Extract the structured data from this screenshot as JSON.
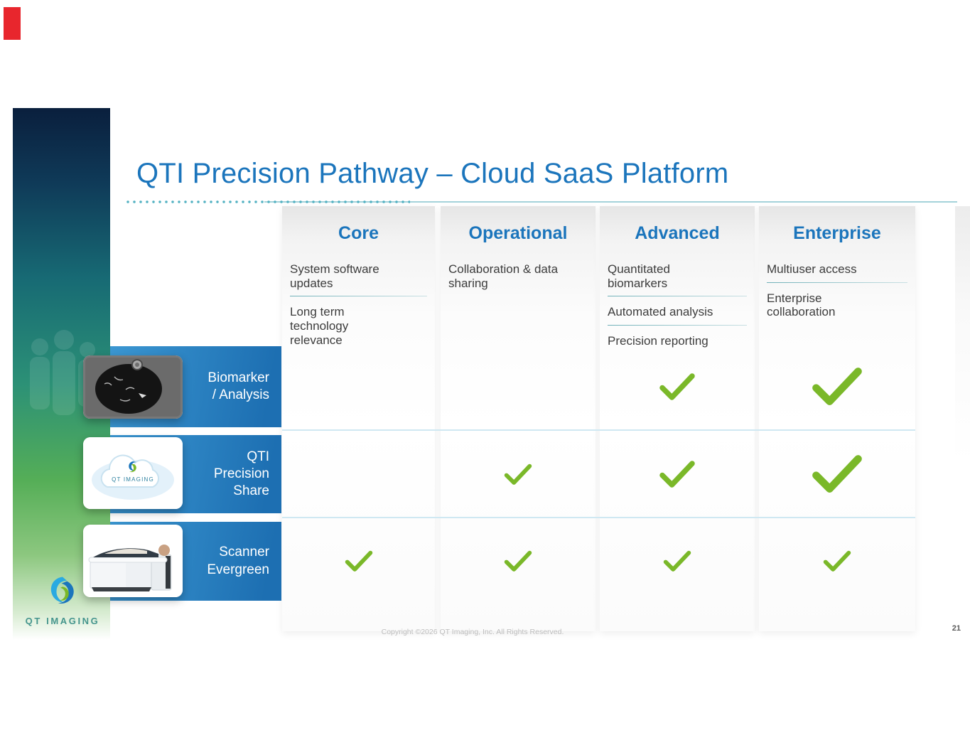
{
  "slide": {
    "title": "QTI Precision Pathway – Cloud SaaS Platform",
    "page_number": "21",
    "copyright": "Copyright ©2026 QT Imaging, Inc. All Rights Reserved.",
    "logo_text": "QT IMAGING"
  },
  "images": {
    "cloud_caption": "QT IMAGING"
  },
  "columns": [
    {
      "id": "core",
      "label": "Core",
      "features": [
        {
          "text": "System software updates",
          "divider": true
        },
        {
          "text": "Long term technology relevance",
          "divider": false
        }
      ]
    },
    {
      "id": "operational",
      "label": "Operational",
      "features": [
        {
          "text": "Collaboration & data sharing",
          "divider": false
        }
      ]
    },
    {
      "id": "advanced",
      "label": "Advanced",
      "features": [
        {
          "text": "Quantitated biomarkers",
          "divider": true
        },
        {
          "text": "Automated analysis",
          "divider": true
        },
        {
          "text": "Precision reporting",
          "divider": false
        }
      ]
    },
    {
      "id": "enterprise",
      "label": "Enterprise",
      "features": [
        {
          "text": "Multiuser access",
          "divider": true
        },
        {
          "text": "Enterprise collaboration",
          "divider": false
        }
      ]
    }
  ],
  "rows": [
    {
      "id": "biomarker-analysis",
      "label": "Biomarker\n/ Analysis",
      "checks": {
        "core": "none",
        "operational": "none",
        "advanced": "medium",
        "enterprise": "large"
      }
    },
    {
      "id": "qti-precision-share",
      "label": "QTI\nPrecision\nShare",
      "checks": {
        "core": "none",
        "operational": "small",
        "advanced": "medium",
        "enterprise": "large"
      }
    },
    {
      "id": "scanner-evergreen",
      "label": "Scanner\nEvergreen",
      "checks": {
        "core": "small",
        "operational": "small",
        "advanced": "small",
        "enterprise": "small"
      }
    }
  ],
  "colors": {
    "title_blue": "#1b75bc",
    "header_blue": "#1b75bc",
    "check_green": "#7ab829",
    "banner_start": "#3b97d2",
    "banner_end": "#1d6fb2",
    "red_marker": "#e8262d",
    "divider_teal": "#6fb0b8",
    "separator_blue": "#cfe8f2",
    "rule_teal": "#a5d3da",
    "dot_teal": "#53b1c2",
    "logo_teal": "#45958d"
  }
}
